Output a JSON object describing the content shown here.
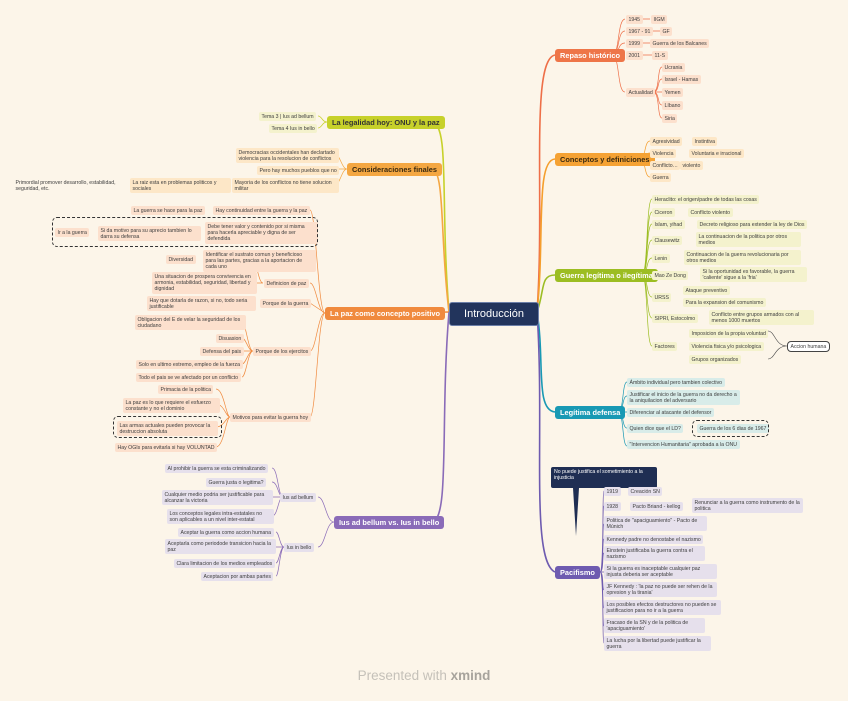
{
  "center": "Introducción",
  "footer": {
    "prefix": "Presented with",
    "brand": "xmind"
  },
  "colors": {
    "repaso": "#ee6f48",
    "conceptos": "#f59e2d",
    "guerra": "#9cbd22",
    "defensa": "#1899b4",
    "pacifismo": "#6e5bb0",
    "legalidad": "#c7d12a",
    "consideraciones": "#f4a742",
    "paz": "#f08a3e",
    "ius": "#8a6bb8"
  },
  "repaso": {
    "title": "Repaso histórico",
    "years": [
      {
        "year": "1945",
        "event": "IIGM"
      },
      {
        "year": "1967 - 91",
        "event": "GF"
      },
      {
        "year": "1999",
        "event": "Guerra de los Balcanes"
      },
      {
        "year": "2001",
        "event": "11-S"
      }
    ],
    "actualidad": {
      "label": "Actualidad",
      "items": [
        "Ucrania",
        "Israel - Hamas",
        "Yemen",
        "Líbano",
        "Siria"
      ]
    }
  },
  "conceptos": {
    "title": "Conceptos y definiciones",
    "items": [
      {
        "label": "Agresividad",
        "value": "Instintiva"
      },
      {
        "label": "Violencia",
        "value": "Voluntaria e irracional"
      },
      {
        "label": "Conflicto…",
        "value": "violento"
      },
      {
        "label": "Guerra",
        "value": ""
      }
    ]
  },
  "guerra": {
    "title": "Guerra legítima o ilegítima",
    "heraclito": "Heraclito: el origen/padre de todas las cosas",
    "rows": [
      {
        "label": "Ciceron",
        "value": "Conflicto violento"
      },
      {
        "label": "Islam, yihad",
        "value": "Decreto religioso para extender la ley de Dios"
      },
      {
        "label": "Clausewitz",
        "value": "La continuacion de la politica por otros medios"
      },
      {
        "label": "Lenin",
        "value": "Continuacion de la guerra revolucionaria por otros medios"
      },
      {
        "label": "Mao Ze Dong",
        "value": "Si la oportunidad es favorable, la guerra 'caliente' sigue a la 'fria'"
      }
    ],
    "urss": {
      "label": "URSS",
      "items": [
        "Ataque preventivo",
        "Para la expansion del comunismo"
      ]
    },
    "sipri": {
      "label": "SIPRI, Estocolmo",
      "value": "Conflicto entre grupos armados con al menos 1000 muertos"
    },
    "factores": {
      "label": "Factores",
      "items": [
        "Imposicion de la propia voluntad",
        "Violencia fisica y/o psicologica",
        "Grupos organizados"
      ],
      "note": "Accion humana"
    }
  },
  "defensa": {
    "title": "Legítima defensa",
    "items": [
      "Ámbito individual pero tambien colectivo",
      "Justificar el inicio de la guerra no da derecho a la aniquilacion del adversario",
      "Diferenciar al atacante del defensor",
      "Quien dice que el LD?",
      "\"Intervencion Humanitaria\" aprobada a la ONU"
    ],
    "ld_note": "Guerra de los 6 dias de 1967"
  },
  "pacifismo": {
    "title": "Pacifismo",
    "banner": "No puede justifica el sometimiento a la injusticia",
    "items": [
      {
        "label": "1919",
        "value": "Creación SN"
      },
      {
        "label": "1928",
        "value": "Pacto Briand - kellog"
      },
      {
        "label": "Politica de \"apaciguamiento\" - Pacto de Múnich",
        "value": ""
      },
      {
        "label": "Kennedy padre no denostabe el nazismo",
        "value": ""
      },
      {
        "label": "Einstein justificaba la guerra contra el nazismo",
        "value": ""
      },
      {
        "label": "Si la guerra es inaceptable cualquier paz injusta deberia ser aceptable",
        "value": ""
      },
      {
        "label": "JF Kennedy : 'la paz no puede ser rehen de la opresion y la tirania'",
        "value": ""
      },
      {
        "label": "Los posibles efectos destructores no pueden se justificacion para no ir a la guerra",
        "value": ""
      },
      {
        "label": "Fracaso de la SN y de la politica de 'apaciguamiento'",
        "value": ""
      },
      {
        "label": "La lucha por la libertad puede justificar la guerra",
        "value": ""
      }
    ],
    "kellog_note": "Renunciar a la guerra como instrumento de la politica"
  },
  "legalidad": {
    "title": "La legalidad hoy: ONU y la paz",
    "items": [
      "Tema 3 | Ius ad bellum",
      "Tema 4 Ius in bello"
    ]
  },
  "consideraciones": {
    "title": "Consideraciones finales",
    "items": [
      "Democracias occidentales han declartado violencia para la resolucion de conflictos",
      "Pero hay muchos pueblos que no",
      "Mayoria de los conflictos no tiene solucion militar"
    ],
    "raiz": "La raiz esta en problemas politicos y sociales",
    "primordial": "Primordial promover desarrollo, estabilidad, seguridad, etc."
  },
  "paz": {
    "title": "La paz como concepto positivo",
    "continuidad": {
      "label": "Hay continuidad entre la guerra y la paz",
      "items": [
        "La guerra se hace para la paz",
        "Debe tener valor y contenido por si misma para hacerla apreciable y digna de ser defendida"
      ],
      "motivo": "Si da motivo para su aprecio tambien lo darra su defensa",
      "ir": "Ir a la guerra"
    },
    "definicion": {
      "label": "Definicion de paz",
      "items": [
        "Identificar el sustrato comun y beneficioso para las partes, gracias a la aportacion de cada uno",
        "Una situacion de prospera convivencia en armonia, estabilidad, seguridad, libertad y dignidad"
      ],
      "diversidad": "Diversidad"
    },
    "porque_guerra": {
      "label": "Porque de la guerra",
      "value": "Hay que dotarla de razon, si no, todo seria justificable"
    },
    "ejercitos": {
      "label": "Porque de los ejercitos",
      "items": [
        "Obligacion del E de velar la seguridad de los ciudadano",
        "Disuasion",
        "Defensa del pais",
        "Solo en ultimo extremo, empleo de la fuerza",
        "Todo el pais se ve afectado por un conflicto"
      ]
    },
    "motivos": {
      "label": "Motivos para evitar la guerra hoy",
      "items": [
        "Primacia de la politica",
        "La paz es lo que requiere el esfuerzo constante y no el dominio",
        "Las armas actuales pueden provocar la destruccion absoluta",
        "Hay OGIs para evitarla si hay VOLUNTAD"
      ]
    }
  },
  "ius": {
    "title": "Ius ad bellum vs. Ius in bello",
    "ad_bellum": {
      "label": "Ius ad bellum",
      "items": [
        "Al prohibir la guerra se esta criminalizando",
        "Guerra justa o legitima?",
        "Cualquier medio podria ser justificable para alcanzar la victoria",
        "Los conceptos legales intra-estatales no son aplicables a un nivel inter-estatal"
      ]
    },
    "in_bello": {
      "label": "Ius in bello",
      "items": [
        "Aceptar la guerra como accion humana",
        "Aceptarla como periodode transicion hacia la paz",
        "Clara limitacion de los medios empleados",
        "Aceptacion por ambas partes"
      ]
    }
  }
}
